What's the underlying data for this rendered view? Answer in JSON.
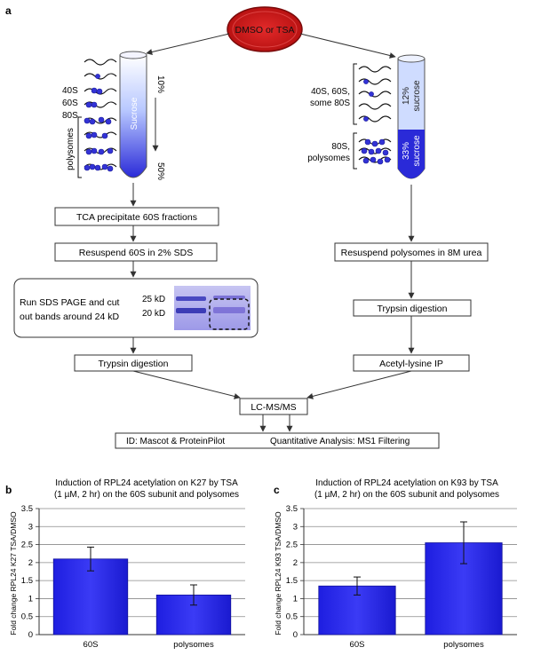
{
  "panel_labels": {
    "a": "a",
    "b": "b",
    "c": "c"
  },
  "dish": {
    "label": "DMSO or TSA"
  },
  "left": {
    "fractions": [
      "40S",
      "60S",
      "80S"
    ],
    "polysomes_label": "polysomes",
    "tube_label": "Sucrose",
    "gradient_top": "10%",
    "gradient_bottom": "50%",
    "step1": "TCA precipitate 60S fractions",
    "step2": "Resuspend 60S in 2% SDS",
    "gel_box_line1": "Run SDS PAGE and cut",
    "gel_box_line2": "out bands around 24 kD",
    "marker_25": "25 kD",
    "marker_20": "20 kD",
    "step4": "Trypsin digestion"
  },
  "right": {
    "group1_line1": "40S, 60S,",
    "group1_line2": "some 80S",
    "group2_line1": "80S,",
    "group2_line2": "polysomes",
    "layer1_pct": "12%",
    "layer1_word": "sucrose",
    "layer2_pct": "33%",
    "layer2_word": "sucrose",
    "step1": "Resuspend polysomes in 8M urea",
    "step2": "Trypsin digestion",
    "step3": "Acetyl-lysine IP"
  },
  "merge": {
    "lcms": "LC-MS/MS",
    "id_text": "ID: Mascot & ProteinPilot",
    "quant_text": "Quantitative Analysis: MS1 Filtering"
  },
  "chart_data": [
    {
      "type": "bar",
      "title_line1": "Induction of RPL24 acetylation on K27 by TSA",
      "title_line2": "(1 µM, 2 hr) on the 60S subunit and polysomes",
      "ylabel": "Fold change RPL24 K27 TSA/DMSO",
      "xlabel": "",
      "categories": [
        "60S",
        "polysomes"
      ],
      "values": [
        2.1,
        1.1
      ],
      "errors": [
        0.33,
        0.28
      ],
      "ylim": [
        0,
        3.5
      ],
      "yticks": [
        "0",
        "0.5",
        "1",
        "1.5",
        "2",
        "2.5",
        "3",
        "3.5"
      ],
      "grid": true,
      "bar_color": "#2b2bf0"
    },
    {
      "type": "bar",
      "title_line1": "Induction of RPL24 acetylation on K93 by TSA",
      "title_line2": "(1 µM, 2 hr) on the 60S subunit and polysomes",
      "ylabel": "Fold change RPL24 K93 TSA/DMSO",
      "xlabel": "",
      "categories": [
        "60S",
        "polysomes"
      ],
      "values": [
        1.35,
        2.55
      ],
      "errors": [
        0.25,
        0.58
      ],
      "ylim": [
        0,
        3.5
      ],
      "yticks": [
        "0",
        "0.5",
        "1",
        "1.5",
        "2",
        "2.5",
        "3",
        "3.5"
      ],
      "grid": true,
      "bar_color": "#2b2bf0"
    }
  ]
}
